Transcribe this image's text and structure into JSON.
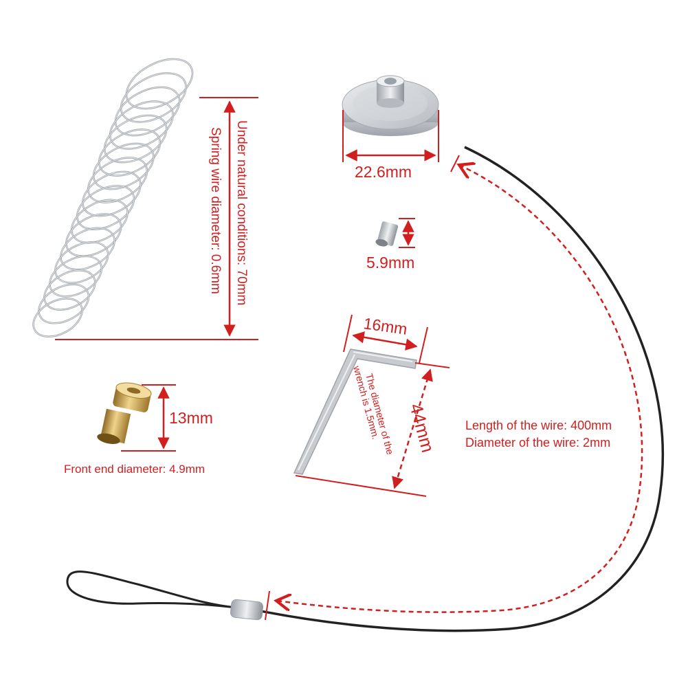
{
  "spring": {
    "label_length": "Under natural conditions: 70mm",
    "label_wire": "Spring wire diameter: 0.6mm"
  },
  "disc": {
    "label_diameter": "22.6mm"
  },
  "sleeve": {
    "label_length": "5.9mm"
  },
  "nozzle": {
    "label_height": "13mm",
    "label_front": "Front end diameter: 4.9mm"
  },
  "wrench": {
    "label_short": "16mm",
    "label_long": "44mm",
    "label_diameter_1": "The diameter of the",
    "label_diameter_2": "wrench is 1.5mm."
  },
  "wire": {
    "label_length": "Length of the wire: 400mm",
    "label_diameter": "Diameter of the wire: 2mm"
  },
  "colors": {
    "annotation": "#d11f1f",
    "metal": "#c9ccd0",
    "brass": "#c9a24a",
    "wire": "#222222"
  }
}
